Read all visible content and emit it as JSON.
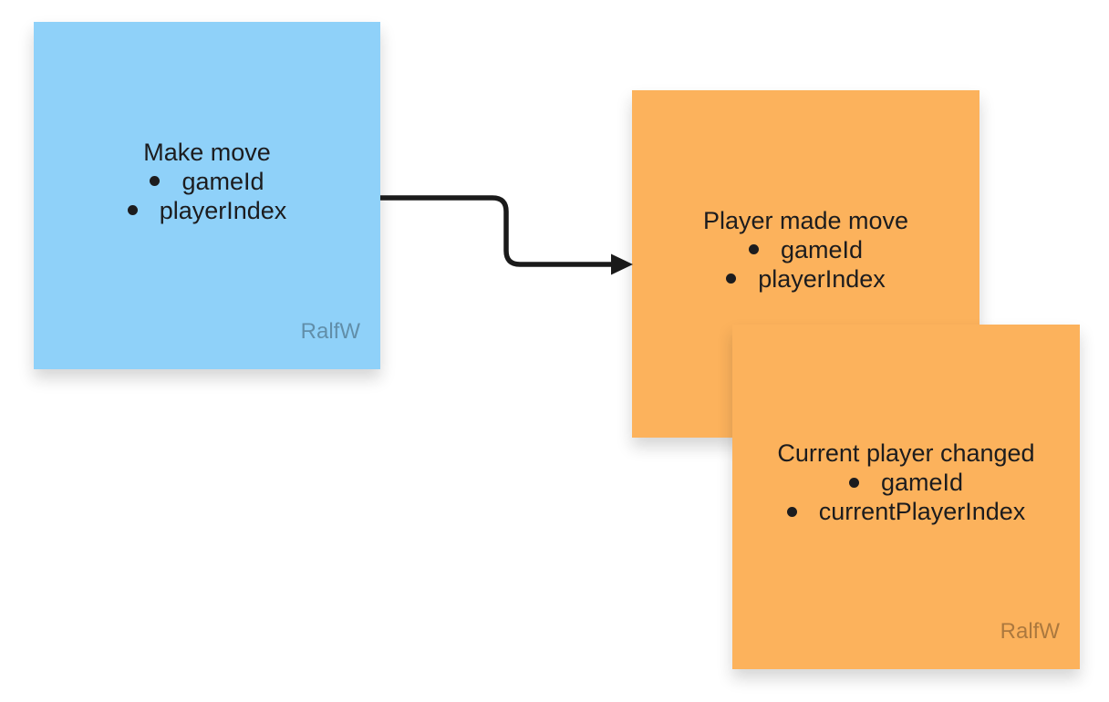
{
  "canvas": {
    "background": "#ffffff"
  },
  "colors": {
    "sticky_blue": "#8FD1F9",
    "sticky_orange": "#FCB25C",
    "note_text": "#1C1C1E",
    "author_text": "rgba(0,0,0,0.32)",
    "connector": "#1A1A1A"
  },
  "notes": [
    {
      "id": "make-move",
      "kind": "sticky-note",
      "title": "Make move",
      "bullets": [
        "gameId",
        "playerIndex"
      ],
      "author": "RalfW",
      "color": "#8FD1F9"
    },
    {
      "id": "player-made-move",
      "kind": "sticky-note",
      "title": "Player made move",
      "bullets": [
        "gameId",
        "playerIndex"
      ],
      "author": "",
      "color": "#FCB25C"
    },
    {
      "id": "current-player-changed",
      "kind": "sticky-note",
      "title": "Current player changed",
      "bullets": [
        "gameId",
        "currentPlayerIndex"
      ],
      "author": "RalfW",
      "color": "#FCB25C"
    }
  ],
  "connector": {
    "from": "make-move",
    "to": "player-made-move",
    "color": "#1A1A1A"
  }
}
